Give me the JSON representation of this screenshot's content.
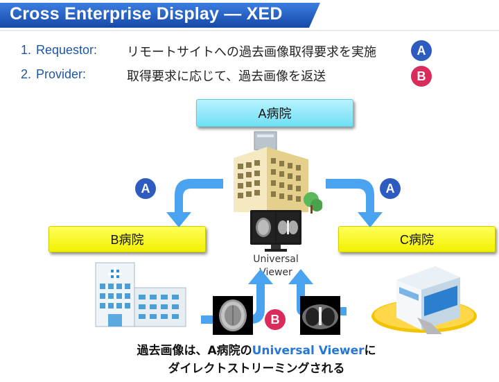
{
  "title": "Cross Enterprise Display — XED",
  "roles": [
    {
      "num": "1.",
      "name": "Requestor:",
      "text": "リモートサイトへの過去画像取得要求を実施",
      "badge": "A"
    },
    {
      "num": "2.",
      "name": "Provider:",
      "text": "取得要求に応じて、過去画像を返送",
      "badge": "B"
    }
  ],
  "hospitals": {
    "a": "A病院",
    "b": "B病院",
    "c": "C病院"
  },
  "arrow_badges": {
    "left": "A",
    "right": "A",
    "bottom": "B"
  },
  "viewer": {
    "line1": "Universal",
    "line2": "Viewer"
  },
  "caption": {
    "line1_pre": "過去画像は、A病院の",
    "line1_highlight": "Universal Viewer",
    "line1_post": "に",
    "line2": "ダイレクトストリーミングされる"
  },
  "colors": {
    "banner": "#1f5fc4",
    "badge_a": "#2d5bbf",
    "badge_b": "#d92c5c",
    "arrow": "#4aa3ef",
    "highlight": "#2477d6"
  }
}
